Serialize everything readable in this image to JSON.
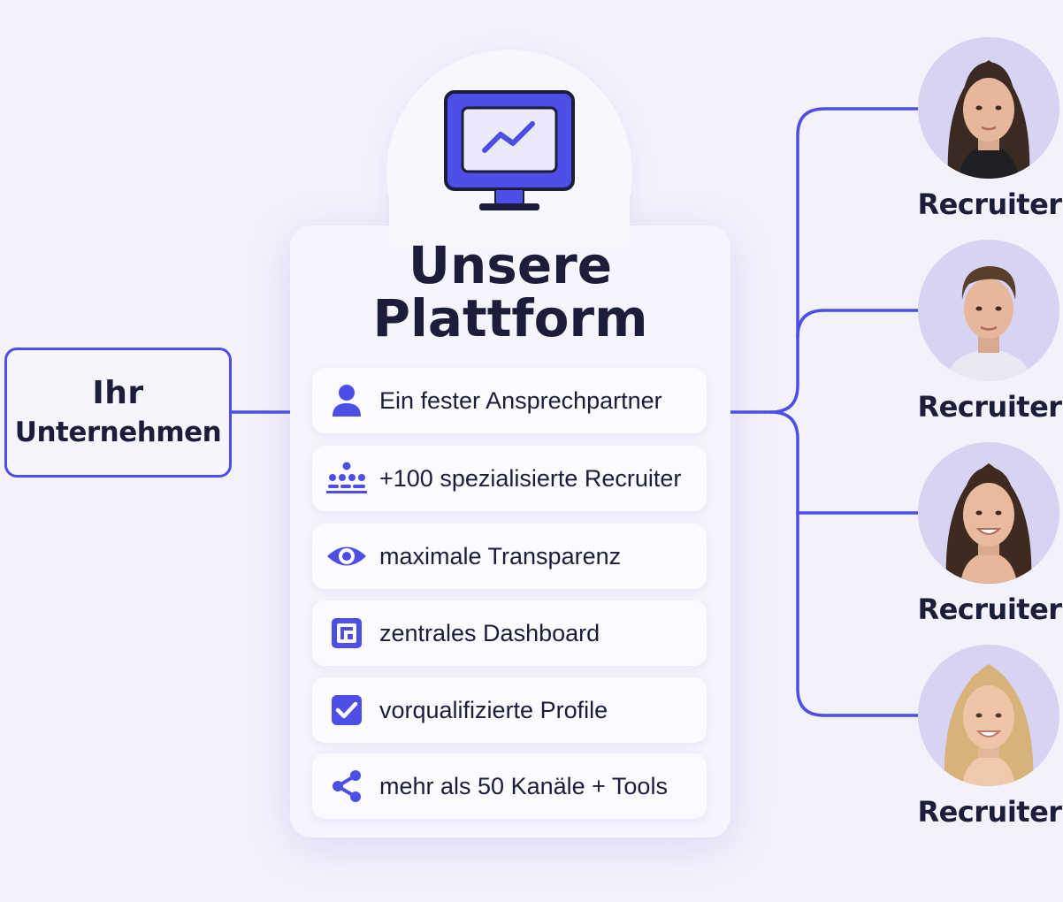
{
  "company": {
    "line1": "Ihr",
    "line2": "Unternehmen"
  },
  "platform": {
    "title_line1": "Unsere",
    "title_line2": "Plattform",
    "icon": "monitor-chart-icon",
    "accent_color": "#4d4ee6"
  },
  "features": [
    {
      "label": "Ein fester Ansprechpartner",
      "icon": "person-icon"
    },
    {
      "label": "+100 spezialisierte Recruiter",
      "icon": "team-icon"
    },
    {
      "label": "maximale Transparenz",
      "icon": "eye-icon"
    },
    {
      "label": "zentrales Dashboard",
      "icon": "dashboard-icon"
    },
    {
      "label": "vorqualifizierte Profile",
      "icon": "checkbox-icon"
    },
    {
      "label": "mehr als 50 Kanäle + Tools",
      "icon": "share-icon"
    }
  ],
  "recruiters": [
    {
      "label": "Recruiter",
      "hair": "dark-brown-long"
    },
    {
      "label": "Recruiter",
      "hair": "brown-short"
    },
    {
      "label": "Recruiter",
      "hair": "dark-brown-long"
    },
    {
      "label": "Recruiter",
      "hair": "blonde-long"
    }
  ],
  "colors": {
    "accent": "#4d4ee6",
    "text": "#1b1d3a",
    "background": "#f3f2fb"
  }
}
